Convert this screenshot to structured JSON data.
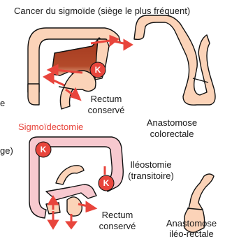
{
  "labels": {
    "top_title": "Cancer du sigmoïde (siège le plus fréquent)",
    "edge_top": "e",
    "rectum_top_line1": "Rectum",
    "rectum_top_line2": "conservé",
    "procedure_top": "Sigmoïdectomie",
    "anastomose_top_line1": "Anastomose",
    "anastomose_top_line2": "colorectale",
    "edge_bottom": "ge)",
    "ileostomie_line1": "Iléostomie",
    "ileostomie_line2": "(transitoire)",
    "rectum_bottom_line1": "Rectum",
    "rectum_bottom_line2": "conservé",
    "anastomose_bottom_line1": "Anastomose",
    "anastomose_bottom_line2": "iléo-rectale"
  },
  "markers": {
    "tumor_label": "K"
  },
  "colors": {
    "colon_fill": "#fbd3b8",
    "colon_stroke": "#111111",
    "resected_fill": "#a4391f",
    "colectomy_fill": "#f7c9cf",
    "arrow": "#e8453c",
    "tumor": "#e8453c",
    "procedure_text": "#e8453c"
  }
}
